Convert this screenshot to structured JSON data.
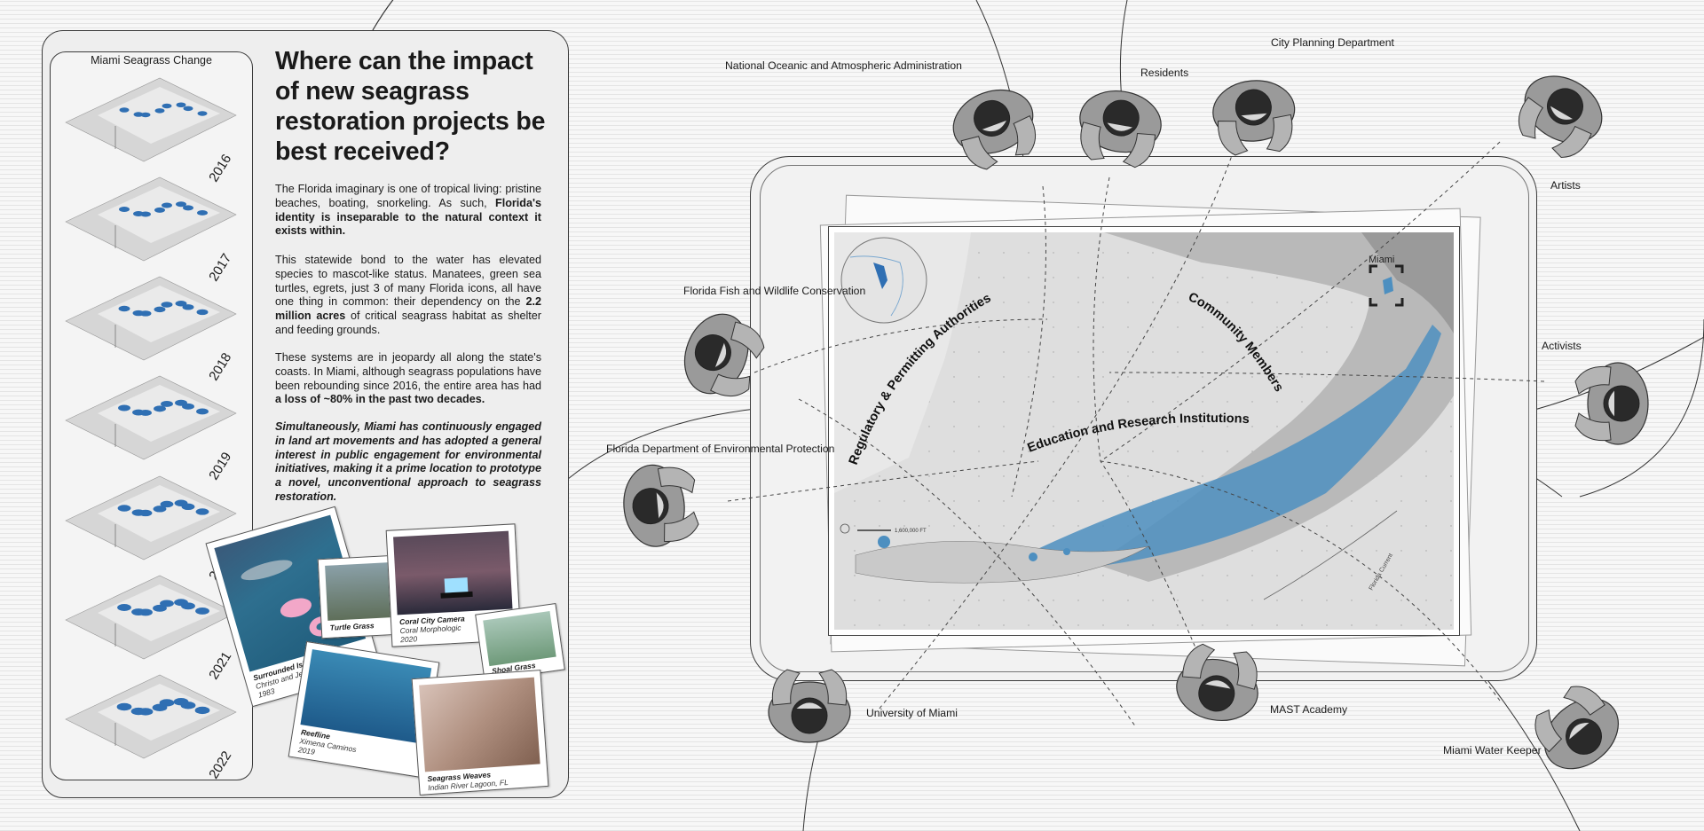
{
  "seagrass_panel": {
    "title": "Miami Seagrass Change",
    "years": [
      "2016",
      "2017",
      "2018",
      "2019",
      "2020",
      "2021",
      "2022"
    ]
  },
  "headline": "Where can the impact of new seagrass restoration projects be best received?",
  "paragraphs": {
    "p1_plain": "The Florida imaginary is one of tropical living: pristine beaches, boating, snorkeling. As such, ",
    "p1_bold": "Florida's identity is inseparable to the natural context it exists within.",
    "p2_plain_a": "This statewide bond to the water has elevated species to mascot-like status. Manatees, green sea turtles, egrets, just 3 of many Florida icons, all have one thing in common: their dependency on the ",
    "p2_bold": "2.2 million acres",
    "p2_plain_b": " of critical seagrass habitat as shelter and feeding grounds.",
    "p3_plain": "These systems are in jeopardy all along the state's coasts. In Miami, although seagrass populations have been rebounding since 2016, the entire area has had ",
    "p3_bold": "a loss of ~80% in the past two decades.",
    "p4_bold_italic": "Simultaneously, Miami has continuously engaged in land art movements and has adopted a general interest in public engagement for environmental initiatives, making it a prime location to prototype a novel, unconventional approach to seagrass restoration."
  },
  "photos": [
    {
      "title": "Surrounded Islands",
      "artist": "Christo and Jeanne-Claude",
      "year": "1983"
    },
    {
      "title": "Turtle Grass",
      "artist": "",
      "year": ""
    },
    {
      "title": "Coral City Camera",
      "artist": "Coral Morphologic",
      "year": "2020"
    },
    {
      "title": "Shoal Grass",
      "artist": "",
      "year": ""
    },
    {
      "title": "Reefline",
      "artist": "Ximena Caminos",
      "year": "2019"
    },
    {
      "title": "Seagrass Weaves",
      "artist": "Indian River Lagoon, FL",
      "year": ""
    }
  ],
  "map": {
    "city_label": "Miami",
    "scale_label": "1,600,000 FT",
    "current_label": "Florida Current"
  },
  "arc_labels": {
    "regulatory": "Regulatory & Permitting Authorities",
    "community": "Community Members",
    "education": "Education and Research Institutions"
  },
  "stakeholders": {
    "noaa": "National Oceanic and Atmospheric Administration",
    "residents": "Residents",
    "city_planning": "City Planning Department",
    "artists": "Artists",
    "activists": "Activists",
    "fwc": "Florida Fish and Wildlife Conservation",
    "fdep": "Florida Department of Environmental Protection",
    "um": "University of Miami",
    "mast": "MAST Academy",
    "water_keeper": "Miami Water Keeper"
  },
  "colors": {
    "seagrass_blue": "#2f6fb3",
    "map_blue": "#4d8fc0",
    "outline": "#3a3a3a"
  }
}
